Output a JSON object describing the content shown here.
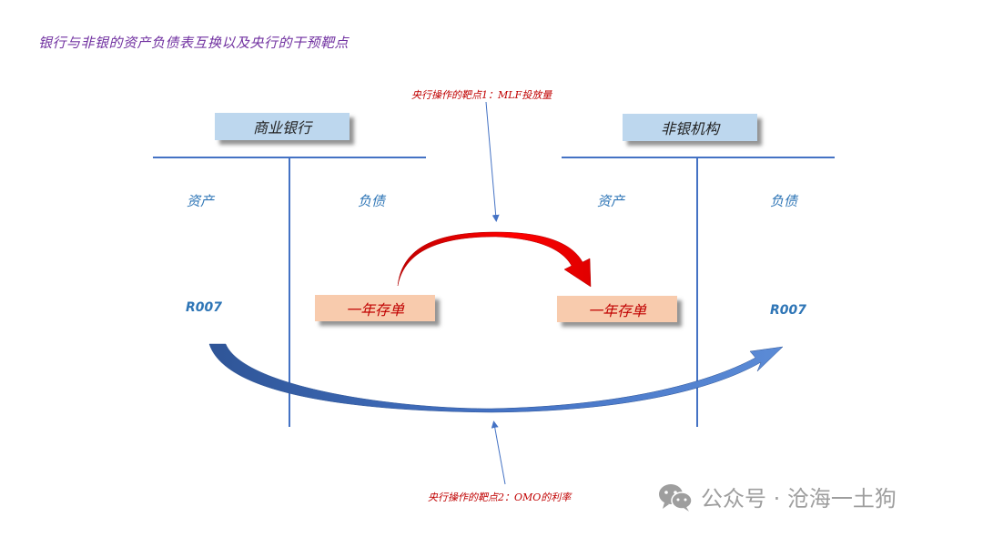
{
  "title": "银行与非银的资产负债表互换以及央行的干预靶点",
  "bank": {
    "name": "商业银行",
    "asset": "资产",
    "liability": "负债",
    "asset_item": "R007",
    "liability_item": "一年存单"
  },
  "nonbank": {
    "name": "非银机构",
    "asset": "资产",
    "liability": "负债",
    "asset_item": "一年存单",
    "liability_item": "R007"
  },
  "notes": {
    "target1": "央行操作的靶点1：MLF投放量",
    "target2": "央行操作的靶点2：OMO的利率"
  },
  "watermark": {
    "text": "公众号 · 沧海一土狗",
    "icon": "wechat-icon"
  },
  "colors": {
    "accent_blue": "#4472c4",
    "arrow_red": "#c00000",
    "title_purple": "#7030a0"
  }
}
